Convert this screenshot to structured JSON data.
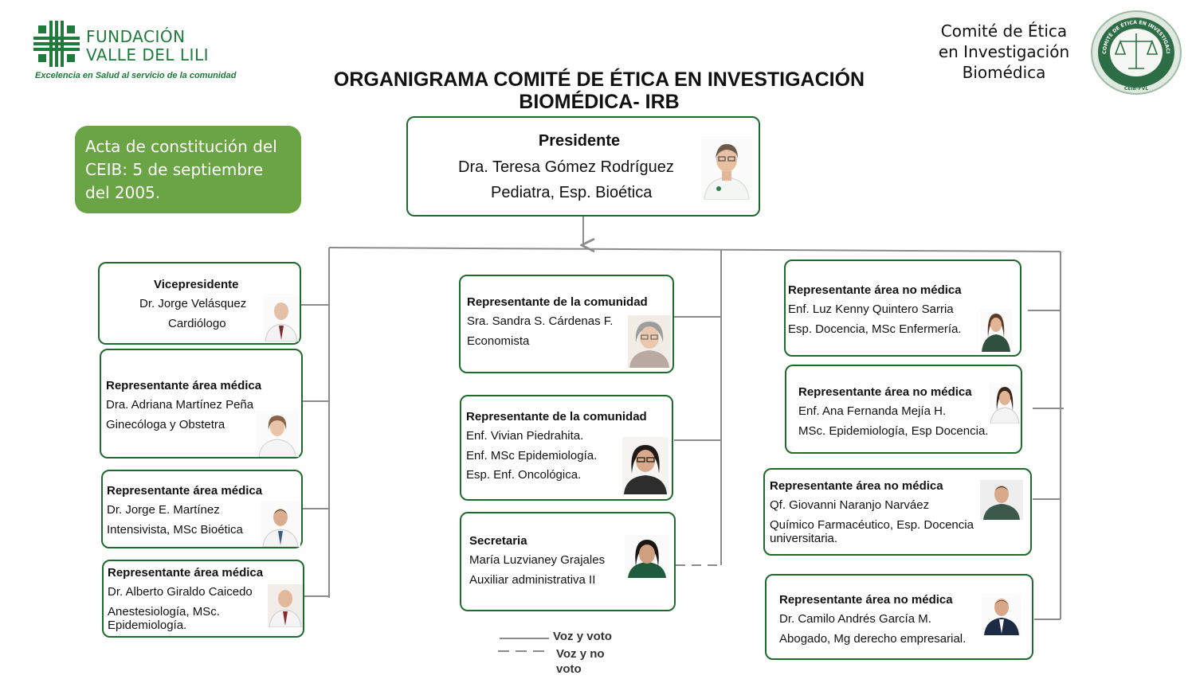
{
  "header": {
    "logo": {
      "org_line1": "FUNDACIÓN",
      "org_line2": "VALLE DEL LILI",
      "tagline": "Excelencia en Salud al servicio de la comunidad"
    },
    "committee_name": [
      "Comité de Ética",
      "en Investigación",
      "Biomédica"
    ],
    "seal": {
      "ring_text": "COMITÉ DE ÉTICA EN INVESTIGACIÓN BIOMÉDICA",
      "bottom_text": "CEIB-FVL"
    }
  },
  "title": [
    "ORGANIGRAMA COMITÉ DE ÉTICA EN INVESTIGACIÓN",
    "BIOMÉDICA- IRB"
  ],
  "acta": [
    "Acta de constitución del",
    "CEIB: 5 de septiembre",
    "del 2005."
  ],
  "president": {
    "role": "Presidente",
    "name": "Dra.  Teresa Gómez Rodríguez",
    "detail": "Pediatra, Esp. Bioética"
  },
  "left_column": [
    {
      "role": "Vicepresidente",
      "name": "Dr. Jorge Velásquez",
      "detail": "Cardiólogo"
    },
    {
      "role": "Representante área médica",
      "name": "Dra. Adriana Martínez Peña",
      "detail": "Ginecóloga y Obstetra"
    },
    {
      "role": "Representante área médica",
      "name": "Dr. Jorge E. Martínez",
      "detail": "Intensivista, MSc Bioética"
    },
    {
      "role": "Representante área médica",
      "name": "Dr. Alberto Giraldo Caicedo",
      "detail": "Anestesiología, MSc.",
      "detail2": "Epidemiología."
    }
  ],
  "middle_column": [
    {
      "role": "Representante de la comunidad",
      "name": "Sra. Sandra S. Cárdenas F.",
      "detail": "Economista"
    },
    {
      "role": "Representante de la comunidad",
      "name": "Enf. Vivian Piedrahita.",
      "detail": "Enf. MSc Epidemiología.",
      "detail2": "Esp. Enf. Oncológica."
    },
    {
      "role": "Secretaria",
      "name": "María Luzvianey Grajales",
      "detail": "Auxiliar administrativa II"
    }
  ],
  "right_column": [
    {
      "role": "Representante área no médica",
      "name": "Enf. Luz Kenny Quintero Sarria",
      "detail": "Esp. Docencia, MSc Enfermería."
    },
    {
      "role": "Representante área no médica",
      "name": "Enf. Ana Fernanda Mejía H.",
      "detail": "MSc. Epidemiología, Esp Docencia."
    },
    {
      "role": "Representante área no médica",
      "name": "Qf. Giovanni Naranjo Narváez",
      "detail": "Químico Farmacéutico, Esp. Docencia",
      "detail2": "universitaria."
    },
    {
      "role": "Representante área no médica",
      "name": "Dr. Camilo Andrés García M.",
      "detail": "Abogado, Mg derecho empresarial."
    }
  ],
  "legend": {
    "solid": "Voz y voto",
    "dashed": [
      "Voz y no",
      "voto"
    ]
  },
  "colors": {
    "brand_green": "#1f7a3b",
    "card_border": "#1e6b2c",
    "acta_fill": "#6aa444",
    "connector": "#8c8c8c"
  }
}
